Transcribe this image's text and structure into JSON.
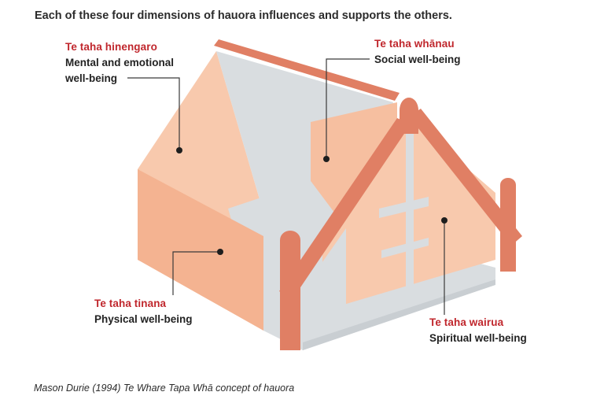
{
  "heading": "Each of these four dimensions of hauora influences and supports the others.",
  "dimensions": {
    "hinengaro": {
      "maori": "Te taha hinengaro",
      "english_line1": "Mental and emotional",
      "english_line2": "well-being"
    },
    "whanau": {
      "maori": "Te taha whānau",
      "english": "Social well-being"
    },
    "tinana": {
      "maori": "Te taha tinana",
      "english": "Physical well-being"
    },
    "wairua": {
      "maori": "Te taha wairua",
      "english": "Spiritual well-being"
    }
  },
  "caption": "Mason Durie (1994) Te Whare Tapa Whā concept of hauora",
  "colors": {
    "wall_light": "#f8c9ad",
    "wall_mid": "#f4b391",
    "roof_grey": "#d9dde0",
    "beam": "#e07f64",
    "maori_text": "#c0272d"
  }
}
